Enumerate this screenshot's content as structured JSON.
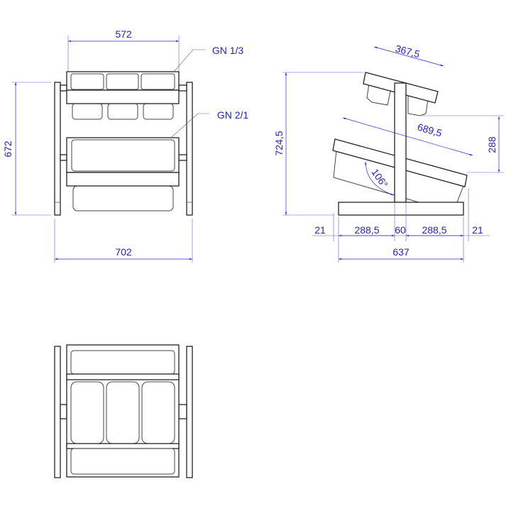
{
  "front_view": {
    "width_top": "572",
    "label_top_pans": "GN 1/3",
    "label_bottom_pan": "GN 2/1",
    "height": "672",
    "width_total": "702"
  },
  "side_view": {
    "top_tray_length": "367,5",
    "bottom_tray_length": "689,5",
    "total_height": "724,5",
    "tier_offset": "288",
    "angle": "106°",
    "base_segments": [
      "21",
      "288,5",
      "60",
      "288,5",
      "21"
    ],
    "base_total": "637"
  },
  "colors": {
    "dimension": "#2323c8",
    "outline": "#222222"
  }
}
